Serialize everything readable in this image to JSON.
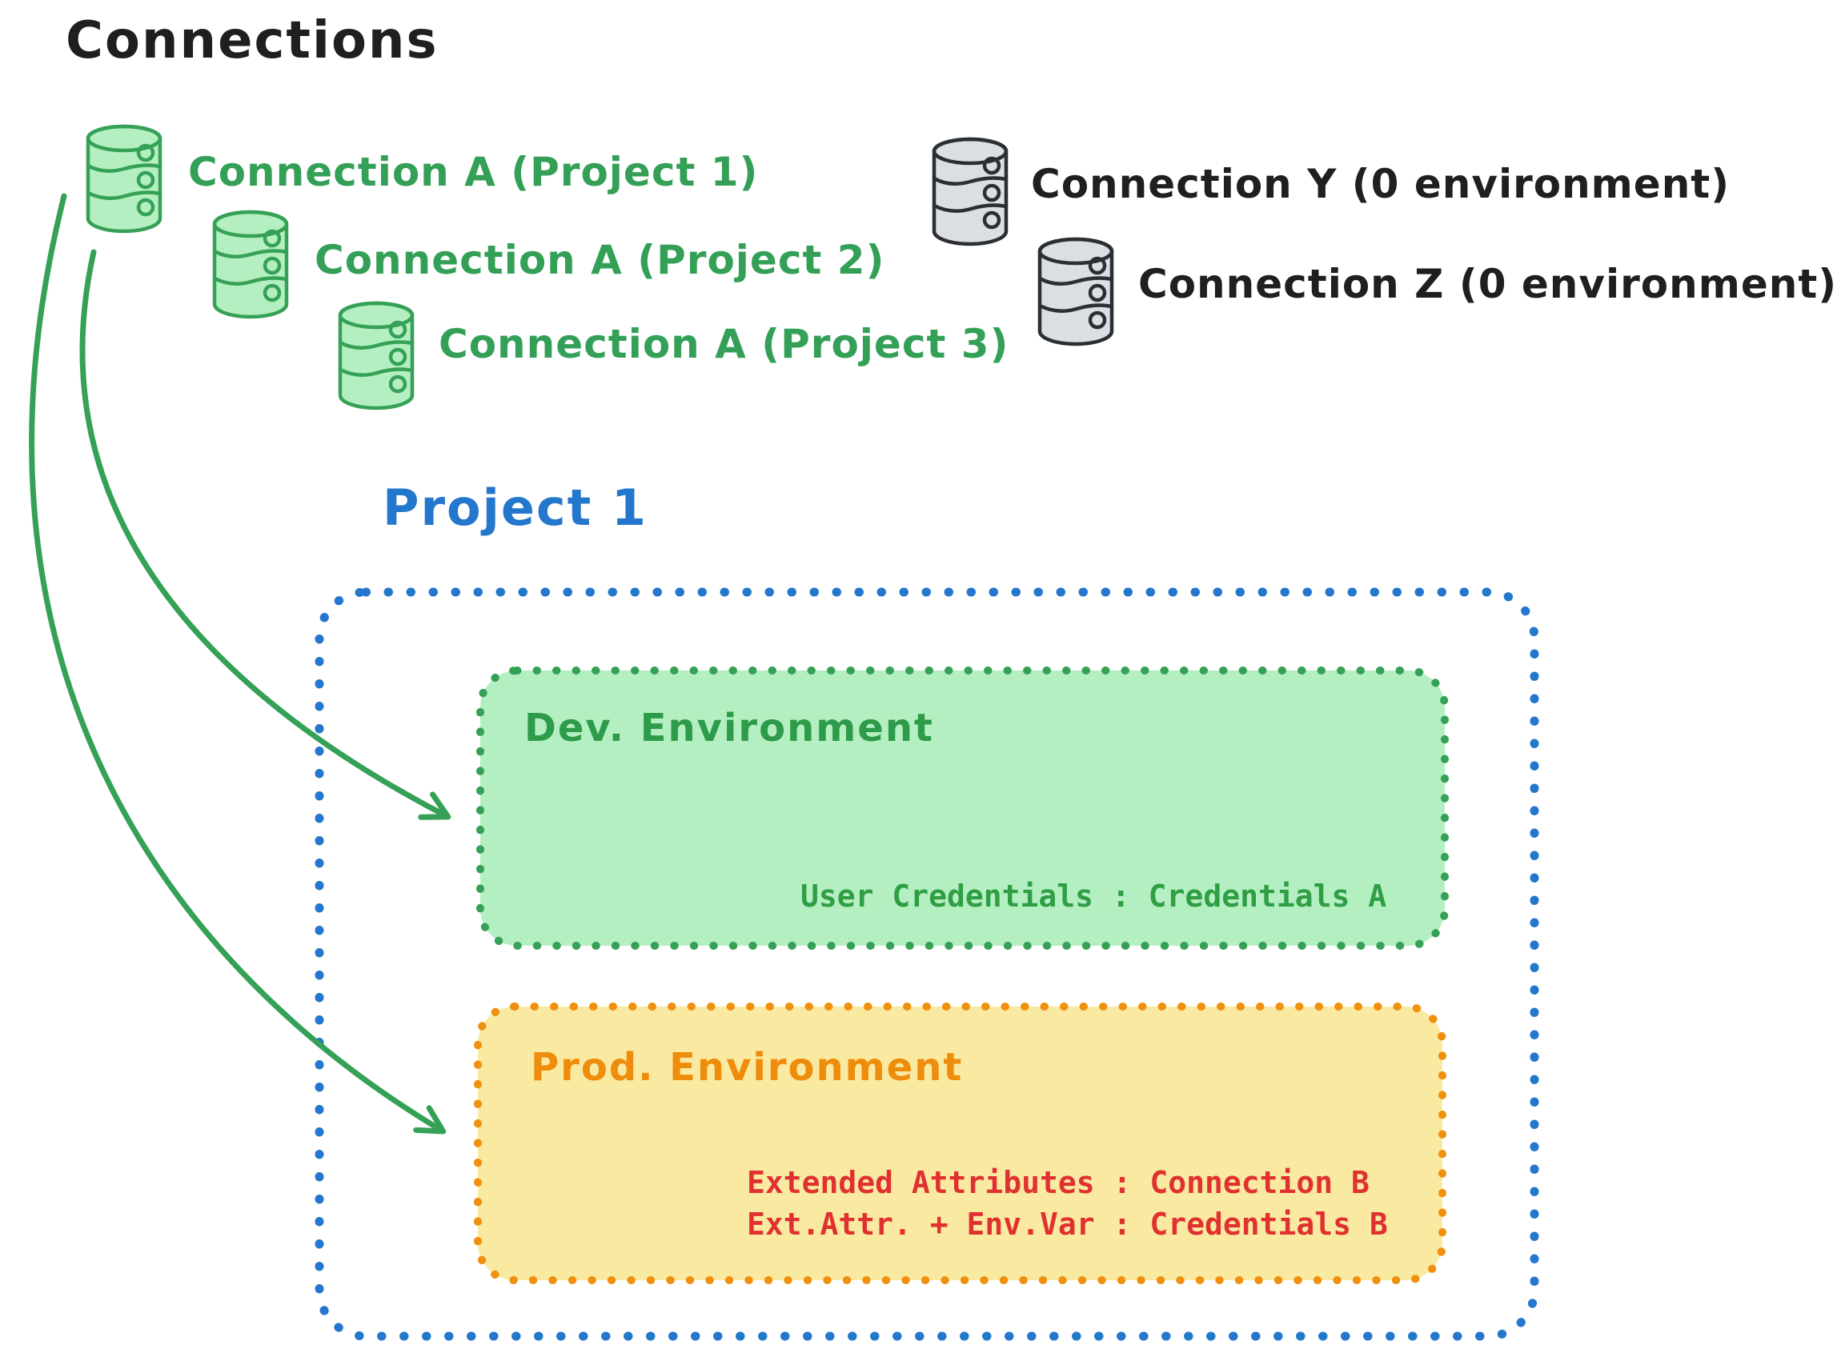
{
  "title": "Connections",
  "connections": {
    "green": [
      {
        "icon": "database-icon",
        "label": "Connection A (Project 1)"
      },
      {
        "icon": "database-icon",
        "label": "Connection A (Project 2)"
      },
      {
        "icon": "database-icon",
        "label": "Connection A (Project 3)"
      }
    ],
    "gray": [
      {
        "icon": "database-icon",
        "label": "Connection Y (0 environment)"
      },
      {
        "icon": "database-icon",
        "label": "Connection Z (0 environment)"
      }
    ]
  },
  "project": {
    "title": "Project 1",
    "dev": {
      "title": "Dev. Environment",
      "credentials": "User Credentials : Credentials A"
    },
    "prod": {
      "title": "Prod. Environment",
      "lines": [
        "Extended Attributes : Connection B",
        "Ext.Attr. + Env.Var : Credentials B"
      ]
    }
  },
  "colors": {
    "ink": "#1f1f1f",
    "green_stroke": "#35a156",
    "green_fill": "#b4efc2",
    "blue": "#2377cc",
    "orange_stroke": "#f0900f",
    "orange_fill": "#fae9a1",
    "red": "#e03131",
    "gray_fill": "#dbdfe4"
  }
}
